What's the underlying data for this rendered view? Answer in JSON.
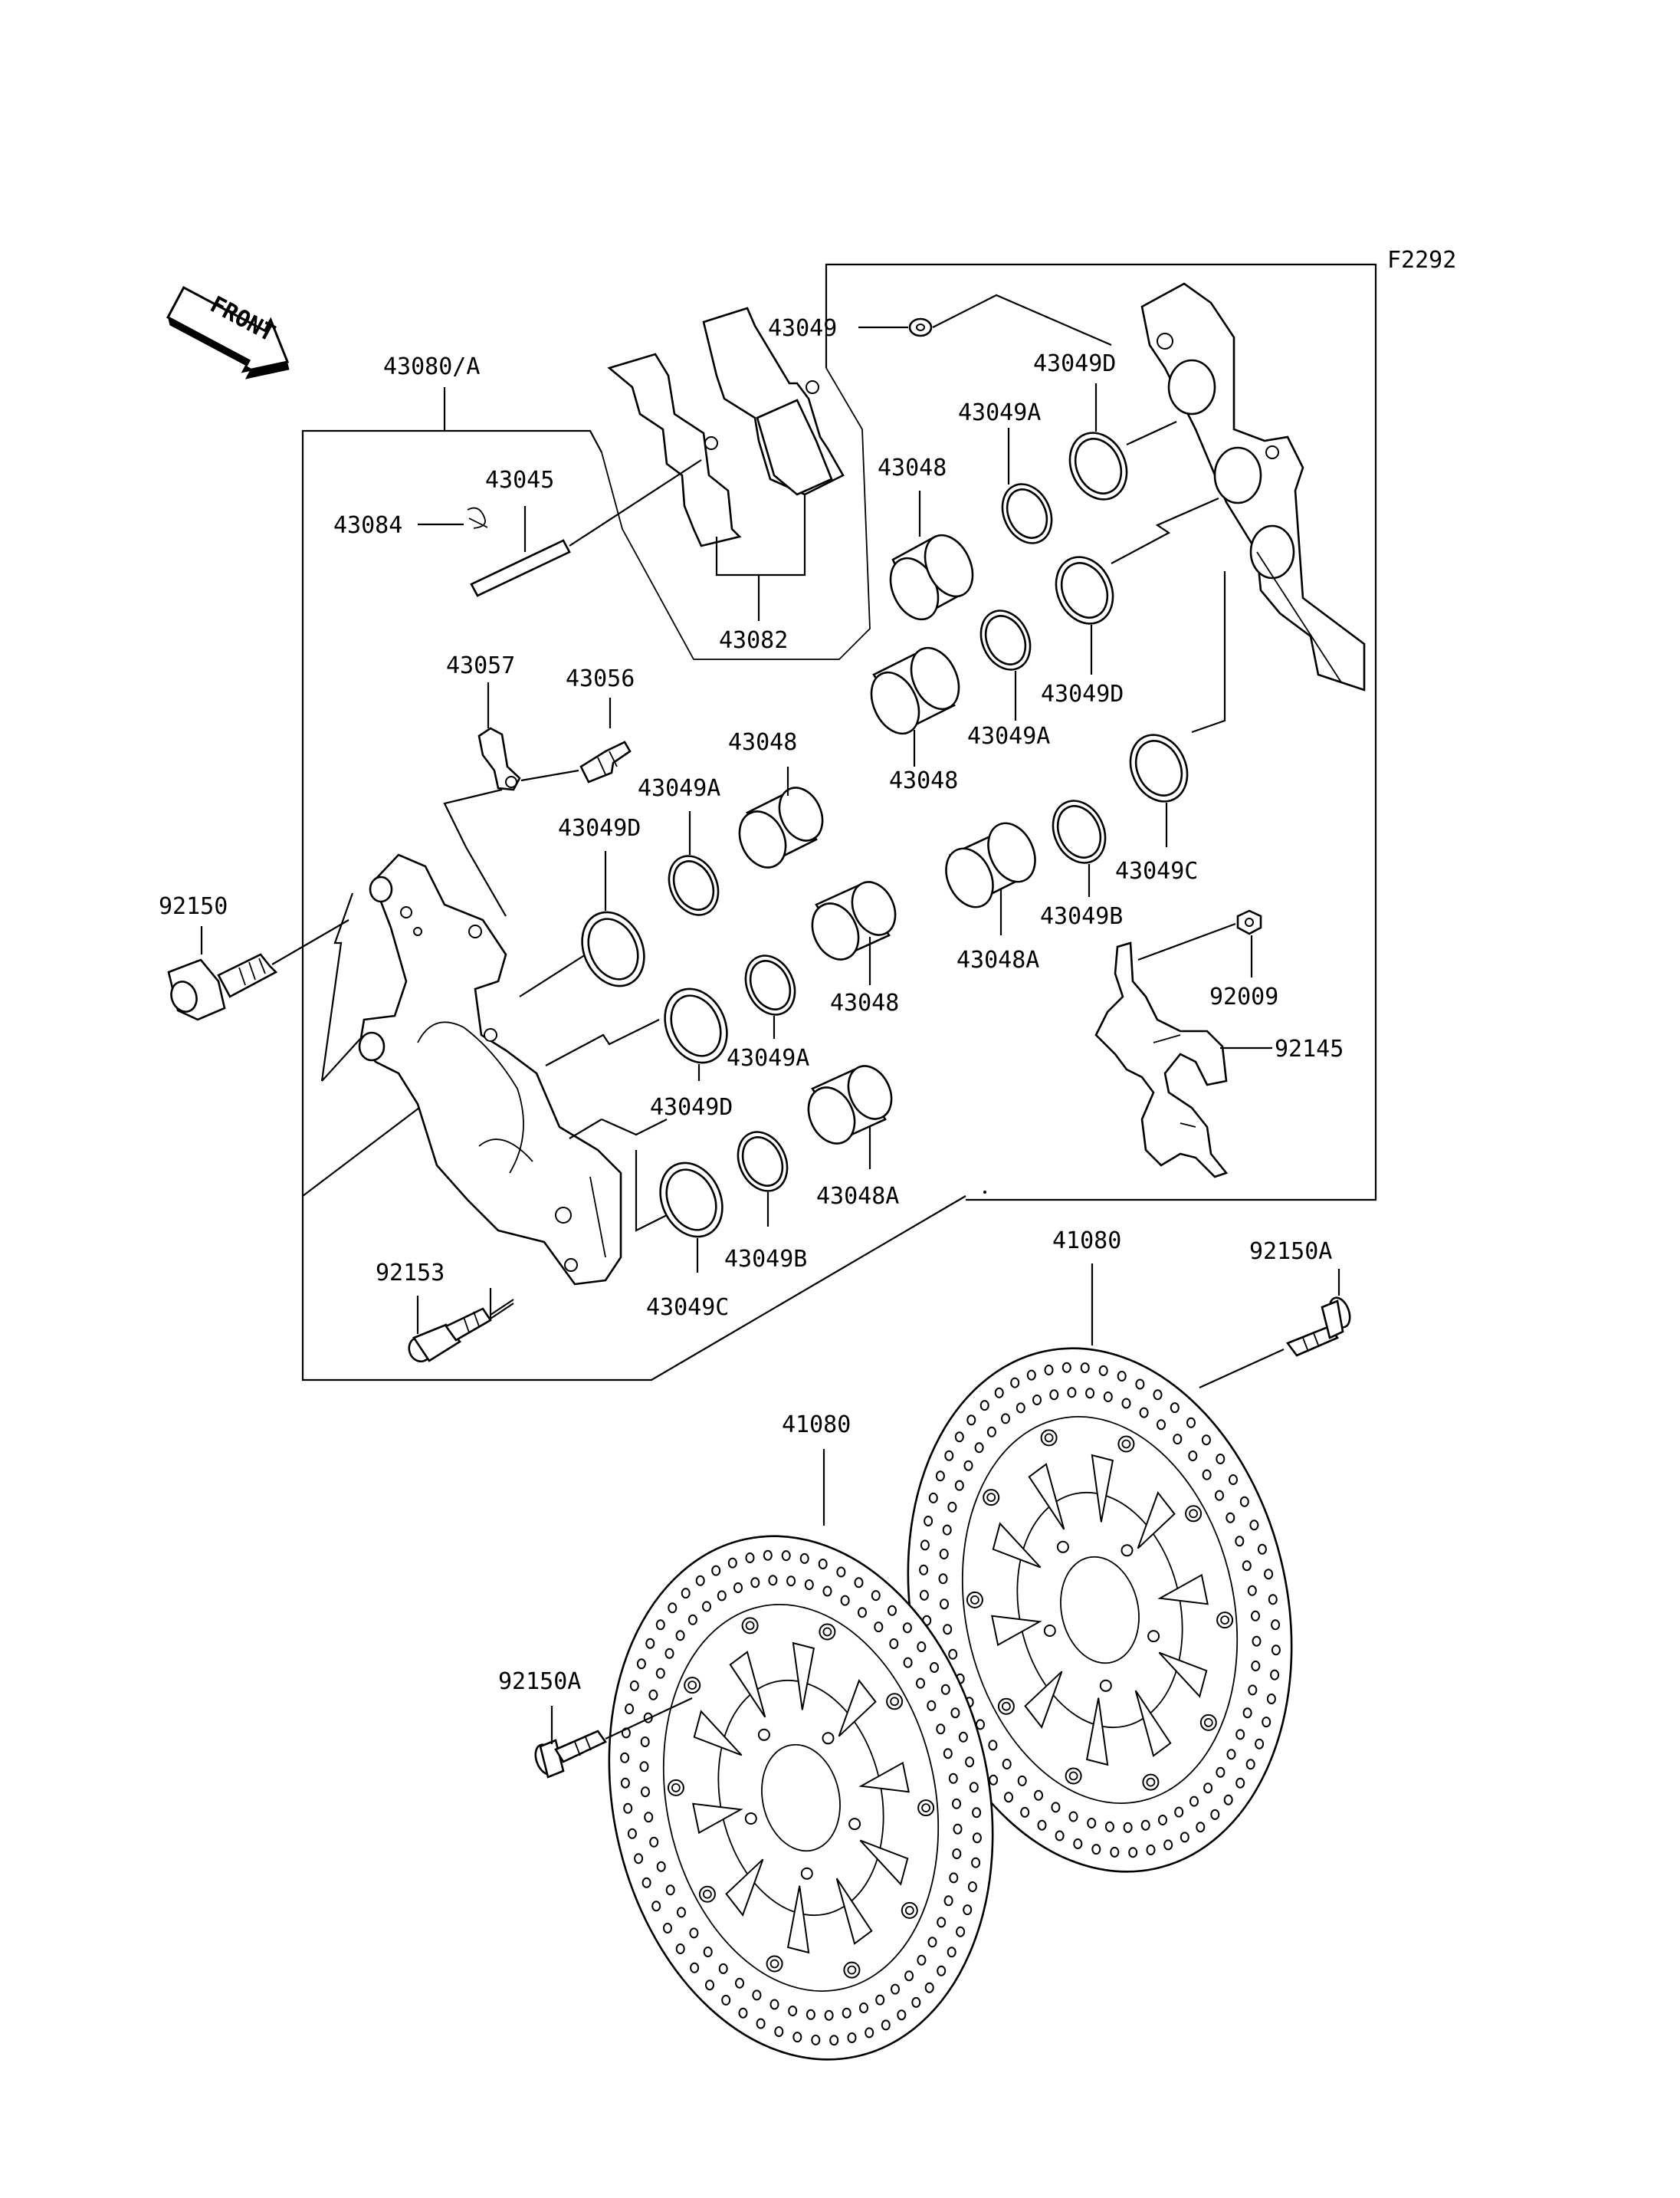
{
  "figure_code": "F2292",
  "front_arrow": {
    "text": "FRONT",
    "icon": "front-direction-arrow-icon"
  },
  "labels": {
    "l43080A": "43080/A",
    "l43045": "43045",
    "l43084": "43084",
    "l43082": "43082",
    "l43049": "43049",
    "l43049D_a": "43049D",
    "l43049A_a": "43049A",
    "l43048_a": "43048",
    "l43049D_b": "43049D",
    "l43049A_b": "43049A",
    "l43048_b": "43048",
    "l43049C_a": "43049C",
    "l43049B_a": "43049B",
    "l43048A_a": "43048A",
    "l92009": "92009",
    "l92145": "92145",
    "l43057": "43057",
    "l43056": "43056",
    "l43048_c": "43048",
    "l43049A_c": "43049A",
    "l43049D_c": "43049D",
    "l92150": "92150",
    "l43048_d": "43048",
    "l43049A_d": "43049A",
    "l43049D_d": "43049D",
    "l43048A_b": "43048A",
    "l43049B_b": "43049B",
    "l43049C_b": "43049C",
    "l92153": "92153",
    "l41080_a": "41080",
    "l92150A_a": "92150A",
    "l41080_b": "41080",
    "l92150A_b": "92150A"
  }
}
